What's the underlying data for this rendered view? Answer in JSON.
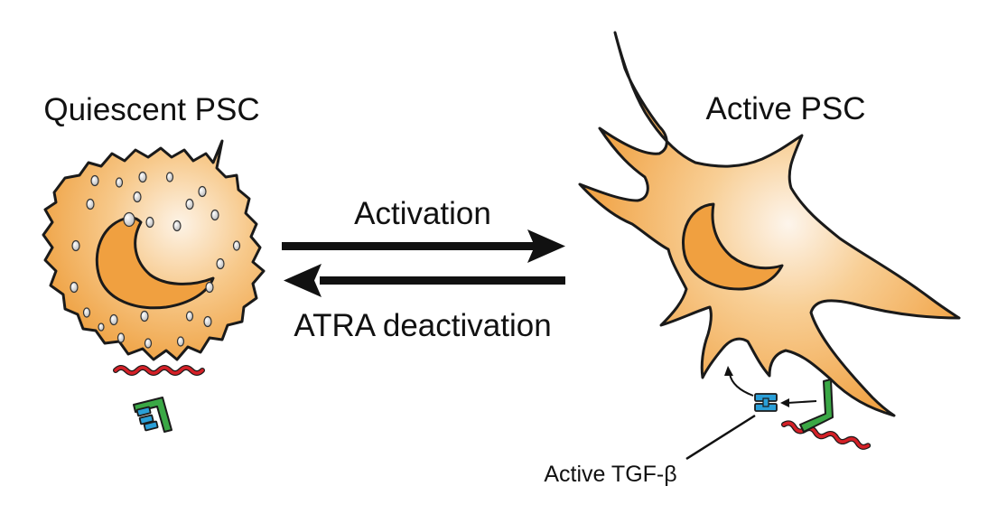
{
  "labels": {
    "quiescent_title": "Quiescent PSC",
    "active_title": "Active PSC",
    "activation": "Activation",
    "deactivation": "ATRA deactivation",
    "tgf_beta": "Active TGF-β"
  },
  "colors": {
    "cell_fill_light": "#fdf0e0",
    "cell_fill_dark": "#f2a23c",
    "nucleus": "#f0a040",
    "outline": "#1a1a1a",
    "lap_peptide": "#d42027",
    "binding_protein": "#3aa845",
    "tgf_beta": "#2a9fd8"
  },
  "icons": {
    "latent_complex": "latent-tgf-beta-complex-icon",
    "active_tgf": "active-tgf-beta-icon"
  }
}
